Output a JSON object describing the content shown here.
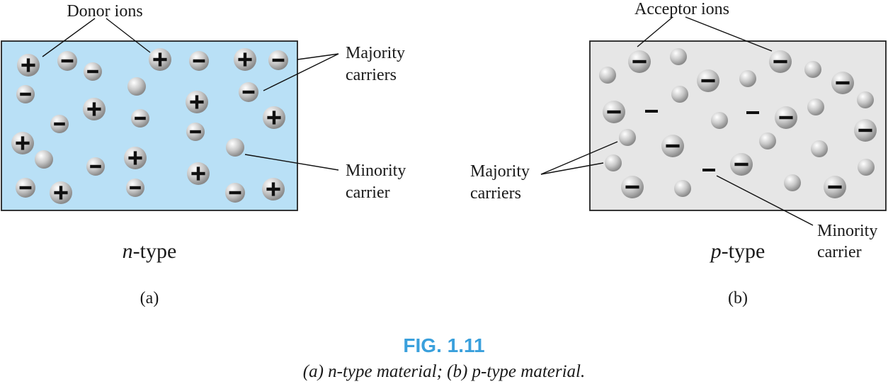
{
  "colors": {
    "n_region_fill": "#b9e0f6",
    "p_region_fill": "#e6e6e6",
    "border": "#222222",
    "figure_number": "#3aa0dc"
  },
  "panel_a": {
    "type_italic": "n",
    "type_suffix": "-type",
    "sublabel": "(a)",
    "labels": {
      "donor_ions": "Donor ions",
      "majority_line1": "Majority",
      "majority_line2": "carriers",
      "minority_line1": "Minority",
      "minority_line2": "carrier"
    }
  },
  "panel_b": {
    "type_italic": "p",
    "type_suffix": "-type",
    "sublabel": "(b)",
    "labels": {
      "acceptor_ions": "Acceptor ions",
      "majority_line1": "Majority",
      "majority_line2": "carriers",
      "minority_line1": "Minority",
      "minority_line2": "carrier"
    }
  },
  "figure": {
    "number": "FIG. 1.11",
    "caption": "(a) n-type material; (b) p-type material."
  }
}
